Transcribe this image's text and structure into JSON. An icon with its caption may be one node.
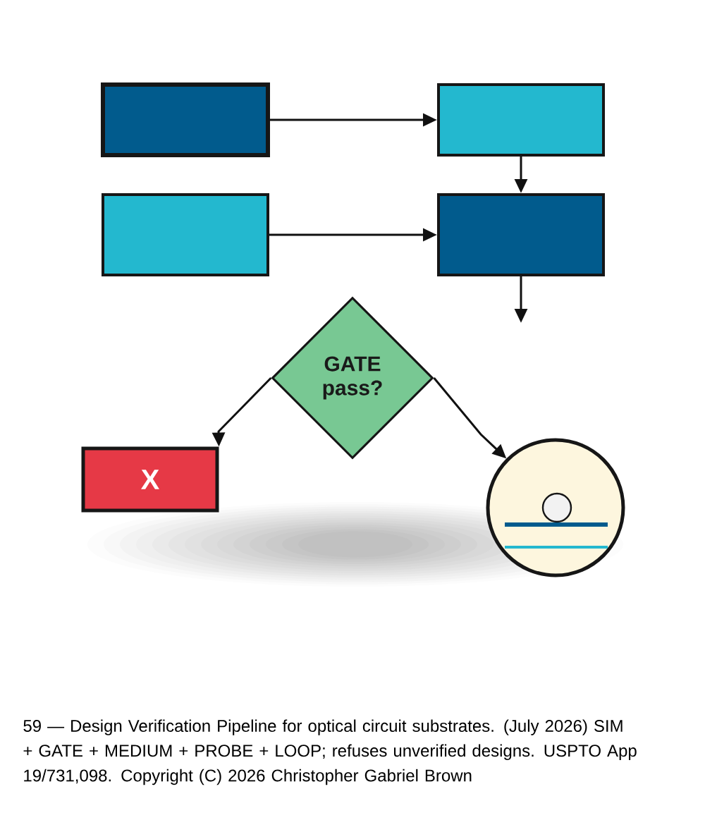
{
  "diagram": {
    "nodes": [
      {
        "text": [],
        "shape": "box"
      },
      {
        "text": [],
        "shape": "box"
      },
      {
        "text": [],
        "shape": "box"
      },
      {
        "text": [],
        "shape": "box"
      },
      {
        "text": [
          "GATE pass?"
        ]
      },
      {
        "text": [
          "X"
        ]
      },
      {
        "text": [],
        "shape": "circle"
      }
    ],
    "edges": [
      {
        "from": 0,
        "to": 1,
        "arrow": "to"
      },
      {
        "from": 1,
        "to": 3,
        "arrow": "to"
      },
      {
        "from": 2,
        "to": 3,
        "arrow": "to"
      },
      {
        "from": 3,
        "to": null,
        "arrow": "to"
      },
      {
        "from": 4,
        "to": 5,
        "arrow": "to"
      },
      {
        "from": 4,
        "to": 6,
        "arrow": "to"
      }
    ],
    "caption": "59 — Design Verification Pipeline for optical circuit substrates. (July 2026) SIM + GATE + MEDIUM + PROBE + LOOP; refuses unverified designs. USPTO App 19/731,098. Copyright (C) 2026 Christopher Gabriel Brown"
  }
}
